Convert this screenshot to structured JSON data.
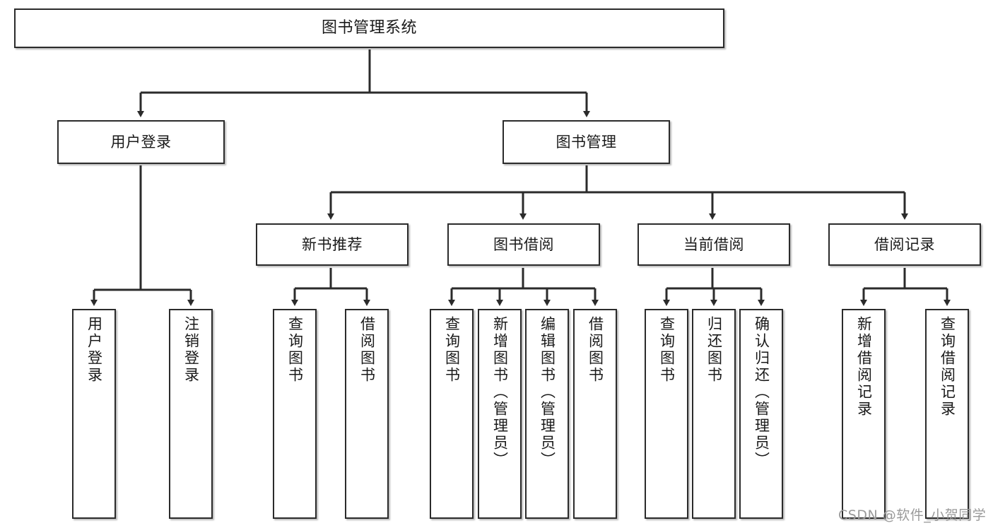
{
  "diagram": {
    "type": "hierarchy-tree",
    "title": "图书管理系统",
    "root": {
      "id": "root",
      "label": "图书管理系统",
      "level": 1,
      "orientation": "horizontal"
    },
    "level2": [
      {
        "id": "user-login",
        "label": "用户登录",
        "orientation": "horizontal"
      },
      {
        "id": "book-management",
        "label": "图书管理",
        "orientation": "horizontal"
      }
    ],
    "level3": [
      {
        "id": "new-book-recommend",
        "label": "新书推荐",
        "parent": "book-management",
        "orientation": "horizontal"
      },
      {
        "id": "book-borrow",
        "label": "图书借阅",
        "parent": "book-management",
        "orientation": "horizontal"
      },
      {
        "id": "current-borrow",
        "label": "当前借阅",
        "parent": "book-management",
        "orientation": "horizontal"
      },
      {
        "id": "borrow-record",
        "label": "借阅记录",
        "parent": "book-management",
        "orientation": "horizontal"
      }
    ],
    "leaves": [
      {
        "id": "leaf-user-login",
        "label": "用户登录",
        "parent": "user-login",
        "orientation": "vertical"
      },
      {
        "id": "leaf-user-logout",
        "label": "注销登录",
        "parent": "user-login",
        "orientation": "vertical"
      },
      {
        "id": "leaf-query-book-1",
        "label": "查询图书",
        "parent": "new-book-recommend",
        "orientation": "vertical"
      },
      {
        "id": "leaf-borrow-book-1",
        "label": "借阅图书",
        "parent": "new-book-recommend",
        "orientation": "vertical"
      },
      {
        "id": "leaf-query-book-2",
        "label": "查询图书",
        "parent": "book-borrow",
        "orientation": "vertical"
      },
      {
        "id": "leaf-add-book",
        "label": "新增图书（管理员）",
        "parent": "book-borrow",
        "orientation": "vertical"
      },
      {
        "id": "leaf-edit-book",
        "label": "编辑图书（管理员）",
        "parent": "book-borrow",
        "orientation": "vertical"
      },
      {
        "id": "leaf-borrow-book-2",
        "label": "借阅图书",
        "parent": "book-borrow",
        "orientation": "vertical"
      },
      {
        "id": "leaf-query-book-3",
        "label": "查询图书",
        "parent": "current-borrow",
        "orientation": "vertical"
      },
      {
        "id": "leaf-return-book",
        "label": "归还图书",
        "parent": "current-borrow",
        "orientation": "vertical"
      },
      {
        "id": "leaf-confirm-return",
        "label": "确认归还（管理员）",
        "parent": "current-borrow",
        "orientation": "vertical"
      },
      {
        "id": "leaf-add-record",
        "label": "新增借阅记录",
        "parent": "borrow-record",
        "orientation": "vertical"
      },
      {
        "id": "leaf-query-record",
        "label": "查询借阅记录",
        "parent": "borrow-record",
        "orientation": "vertical"
      }
    ]
  },
  "watermark": {
    "text": "CSDN @软件_小贺同学"
  },
  "colors": {
    "border": "#2b2b2b",
    "background": "#ffffff",
    "text": "#1a1a1a",
    "connector": "#2b2b2b",
    "watermark": "#9a9a9a"
  }
}
